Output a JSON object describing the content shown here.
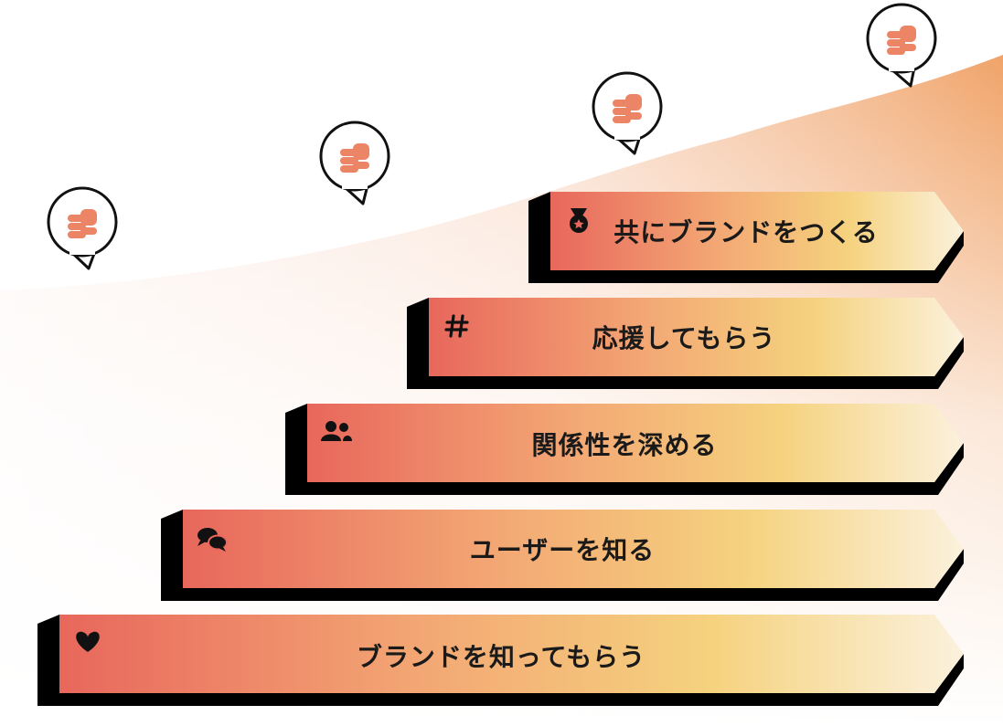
{
  "steps": [
    {
      "label": "ブランドを知ってもらう",
      "icon": "heart-icon"
    },
    {
      "label": "ユーザーを知る",
      "icon": "chat-bubbles-icon"
    },
    {
      "label": "関係性を深める",
      "icon": "users-icon"
    },
    {
      "label": "応援してもらう",
      "icon": "hashtag-icon"
    },
    {
      "label": "共にブランドをつくる",
      "icon": "medal-icon"
    }
  ],
  "pins": [
    {
      "icon": "coins-icon"
    },
    {
      "icon": "coins-icon"
    },
    {
      "icon": "coins-icon"
    },
    {
      "icon": "coins-icon"
    }
  ],
  "colors": {
    "gradient_start": "#e8675c",
    "gradient_mid": "#f3a774",
    "gradient_gold": "#f5d27e",
    "gradient_end": "#fbf1dc",
    "shadow": "#000000",
    "wave": "#f0a368",
    "coin": "#ec8466"
  }
}
